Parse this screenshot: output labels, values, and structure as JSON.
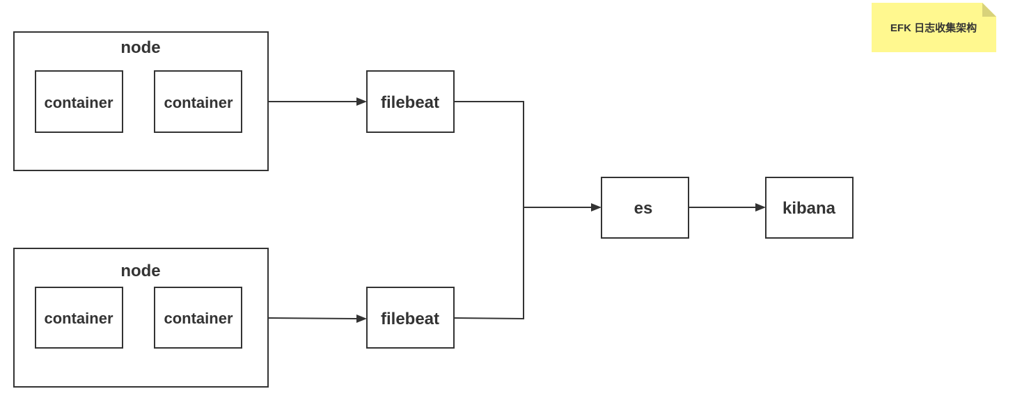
{
  "diagram": {
    "note": {
      "text": "EFK 日志收集架构",
      "color": "#fff88f",
      "fold_color": "#d8d27a"
    },
    "nodes": {
      "node1": {
        "label": "node"
      },
      "node1_container1": {
        "label": "container"
      },
      "node1_container2": {
        "label": "container"
      },
      "node2": {
        "label": "node"
      },
      "node2_container1": {
        "label": "container"
      },
      "node2_container2": {
        "label": "container"
      },
      "filebeat1": {
        "label": "filebeat"
      },
      "filebeat2": {
        "label": "filebeat"
      },
      "es": {
        "label": "es"
      },
      "kibana": {
        "label": "kibana"
      }
    },
    "edges": [
      {
        "from": "node1",
        "to": "filebeat1"
      },
      {
        "from": "node2",
        "to": "filebeat2"
      },
      {
        "from": "filebeat1",
        "to": "es"
      },
      {
        "from": "filebeat2",
        "to": "es"
      },
      {
        "from": "es",
        "to": "kibana"
      }
    ],
    "colors": {
      "stroke": "#333333",
      "text": "#333333"
    }
  }
}
